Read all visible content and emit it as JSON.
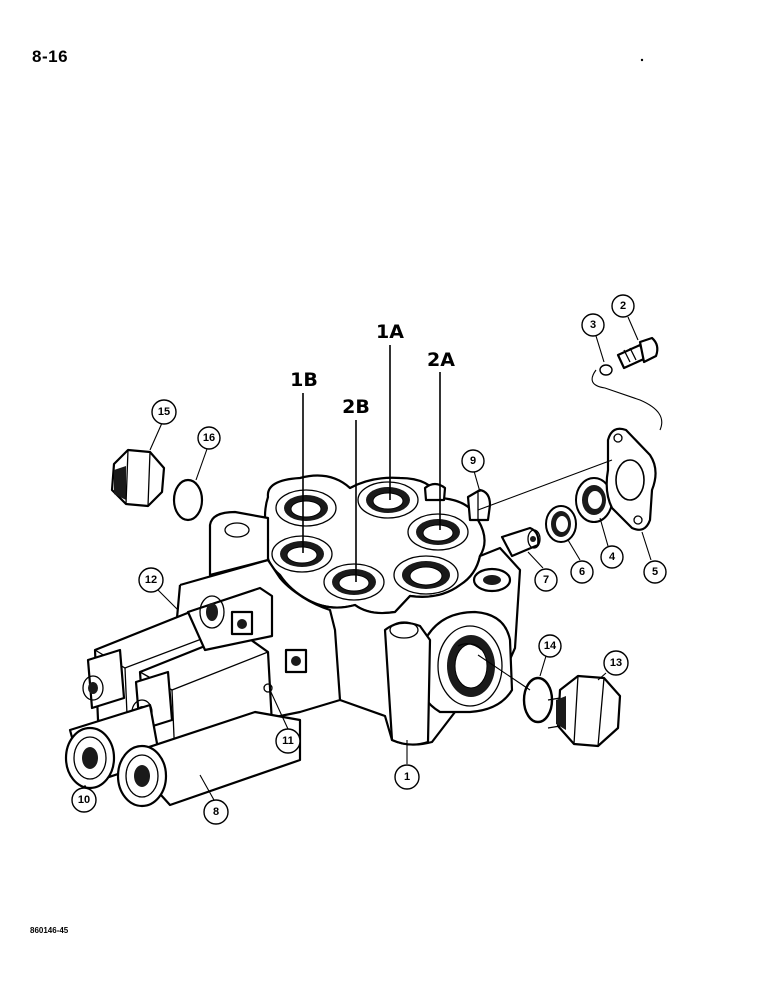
{
  "page": {
    "number": "8-16",
    "figure_code": "860146-45"
  },
  "port_labels": [
    {
      "id": "1A",
      "text": "1A"
    },
    {
      "id": "2A",
      "text": "2A"
    },
    {
      "id": "1B",
      "text": "1B"
    },
    {
      "id": "2B",
      "text": "2B"
    }
  ],
  "callouts": [
    {
      "text": "1"
    },
    {
      "text": "2"
    },
    {
      "text": "3"
    },
    {
      "text": "4"
    },
    {
      "text": "5"
    },
    {
      "text": "6"
    },
    {
      "text": "7"
    },
    {
      "text": "8"
    },
    {
      "text": "9"
    },
    {
      "text": "10"
    },
    {
      "text": "11"
    },
    {
      "text": "12"
    },
    {
      "text": "13"
    },
    {
      "text": "14"
    },
    {
      "text": "15"
    },
    {
      "text": "16"
    }
  ]
}
